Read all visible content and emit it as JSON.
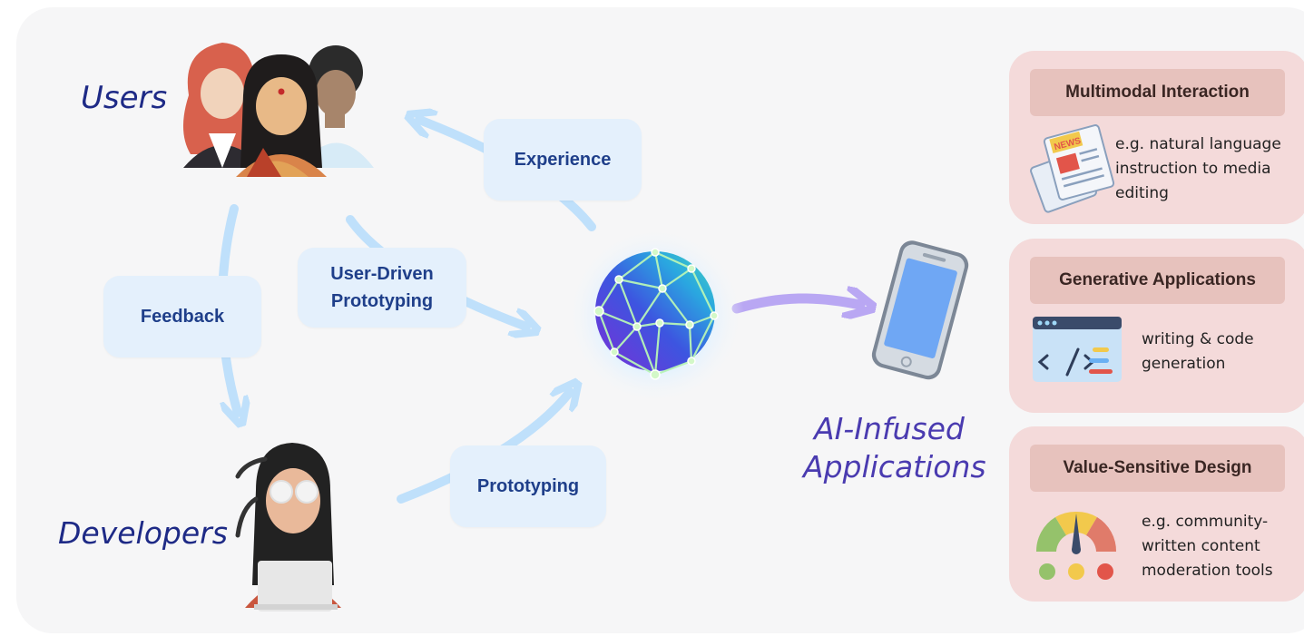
{
  "actors": {
    "users": "Users",
    "developers": "Developers",
    "ai_apps_line1": "AI-Infused",
    "ai_apps_line2": "Applications"
  },
  "bubbles": {
    "experience": "Experience",
    "feedback": "Feedback",
    "user_driven_line1": "User-Driven",
    "user_driven_line2": "Prototyping",
    "prototyping": "Prototyping"
  },
  "cards": [
    {
      "title": "Multimodal Interaction",
      "text": "e.g. natural language\ninstruction to media\nediting",
      "icon": "newspaper-icon"
    },
    {
      "title": "Generative Applications",
      "text": "writing & code\ngeneration",
      "icon": "code-window-icon"
    },
    {
      "title": "Value-Sensitive Design",
      "text": "e.g. community-\nwritten content\nmoderation tools",
      "icon": "gauge-icon"
    }
  ],
  "icon_text": {
    "news": "NEWS"
  },
  "colors": {
    "arrow_blue": "#bfe0fb",
    "arrow_purple": "#b9a7f3",
    "label_navy": "#1e2a86",
    "bubble_bg": "#e4f0fc",
    "card_bg": "#f4dada",
    "card_title_bg": "#e7c2bd"
  }
}
